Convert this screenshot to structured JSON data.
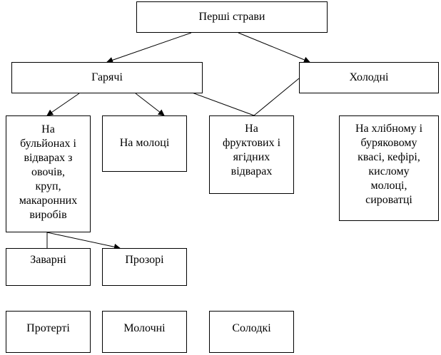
{
  "nodes": {
    "root": {
      "label": "Перші страви"
    },
    "hot": {
      "label": "Гарячі"
    },
    "cold": {
      "label": "Холодні"
    },
    "broth": {
      "lines": [
        "На",
        "бульйонах і",
        "відварах з",
        "овочів,",
        "круп,",
        "макаронних",
        "виробів"
      ]
    },
    "milk": {
      "label": "На молоці"
    },
    "fruit": {
      "lines": [
        "На",
        "фруктових і",
        "ягідних",
        "відварах"
      ]
    },
    "kvass": {
      "lines": [
        "На хлібному і",
        "буряковому",
        "квасі, кефірі,",
        "кислому",
        "молоці,",
        "сироватці"
      ]
    },
    "zavar": {
      "label": "Заварні"
    },
    "clear": {
      "label": "Прозорі"
    },
    "puree": {
      "label": "Протерті"
    },
    "dairy": {
      "label": "Молочні"
    },
    "sweet": {
      "label": "Солодкі"
    }
  }
}
